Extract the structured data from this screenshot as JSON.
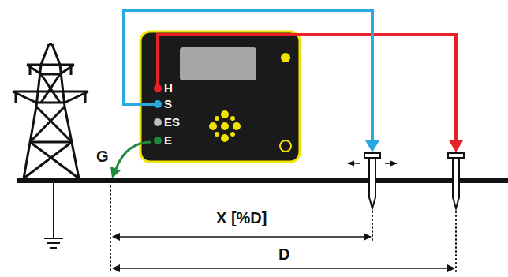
{
  "diagram": {
    "nodes": [
      {
        "text": [
          "H",
          "S",
          "ES",
          "E"
        ]
      }
    ],
    "labels": [
      "G",
      "X [%D]",
      "D"
    ]
  }
}
